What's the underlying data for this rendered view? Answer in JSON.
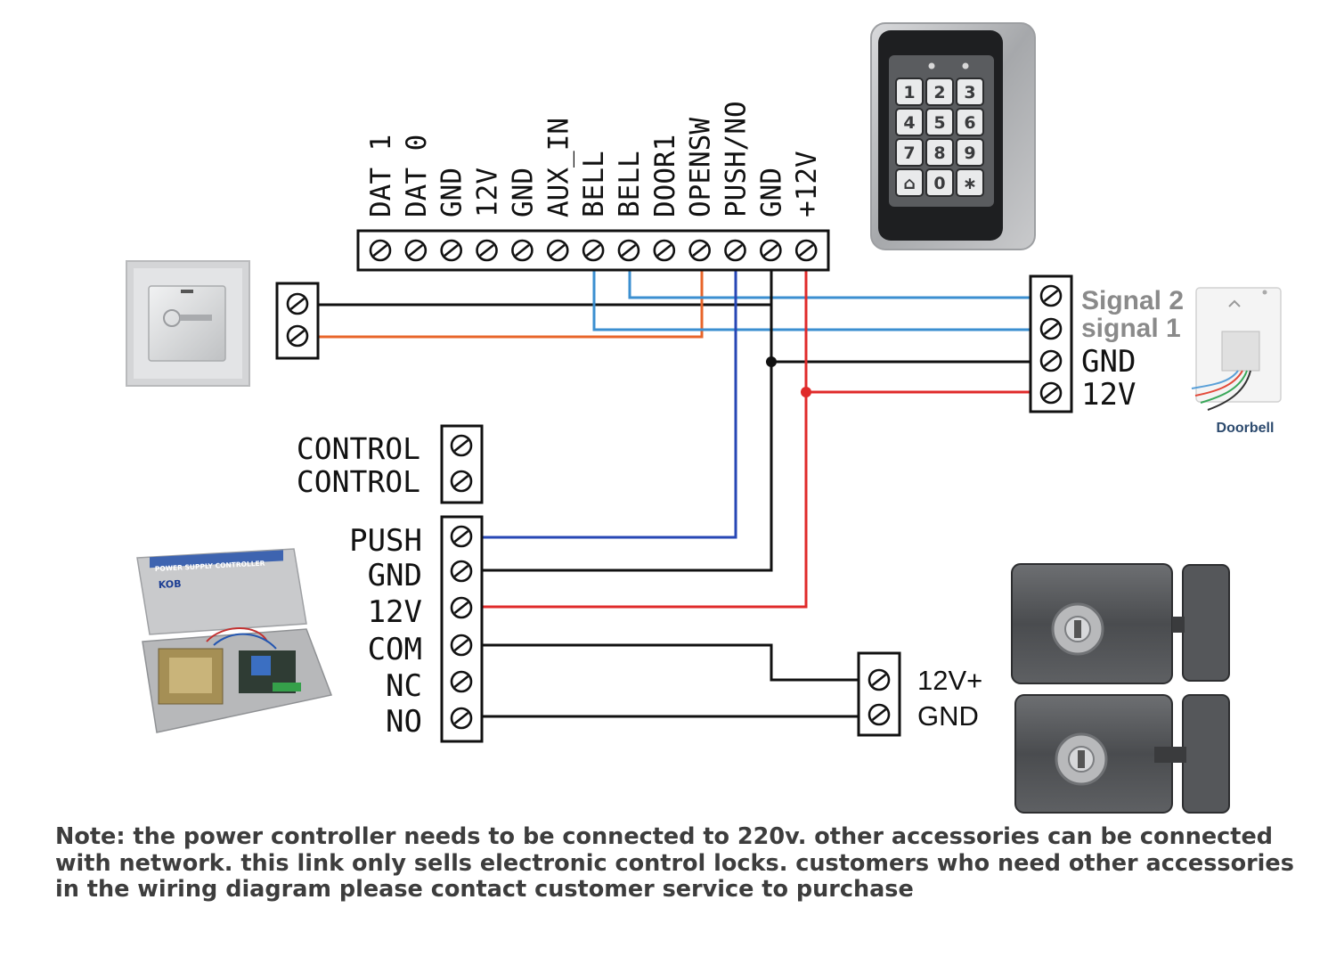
{
  "controller_terminals": [
    "DAT 1",
    "DAT 0",
    "GND",
    "12V",
    "GND",
    "AUX_IN",
    "BELL",
    "BELL",
    "DOOR1",
    "OPENSW",
    "PUSH/NO",
    "GND",
    "+12V"
  ],
  "doorbell": {
    "terminals": [
      "Signal 2",
      "signal 1",
      "GND",
      "12V"
    ],
    "caption": "Doorbell"
  },
  "power_supply": {
    "control_terminals": [
      "CONTROL",
      "CONTROL"
    ],
    "terminals": [
      "PUSH",
      "GND",
      "12V",
      "COM",
      "NC",
      "NO"
    ],
    "label_text": "POWER SUPPLY CONTROLLER",
    "brand": "KOB"
  },
  "lock": {
    "terminals": [
      "12V+",
      "GND"
    ]
  },
  "keypad": {
    "keys": [
      "1",
      "2",
      "3",
      "4",
      "5",
      "6",
      "7",
      "8",
      "9",
      "⌂",
      "0",
      "∗"
    ]
  },
  "wire_colors": {
    "black": "#111111",
    "blue": "#3b8fd0",
    "orange": "#e8652a",
    "red": "#e02a2a",
    "darkblue": "#2747b5"
  },
  "note": {
    "line1": "Note: the power controller needs to be connected to 220v. other accessories can be connected",
    "line2": "with network. this link only sells electronic control locks. customers who need other accessories",
    "line3": "in the wiring diagram please contact customer service to purchase"
  }
}
